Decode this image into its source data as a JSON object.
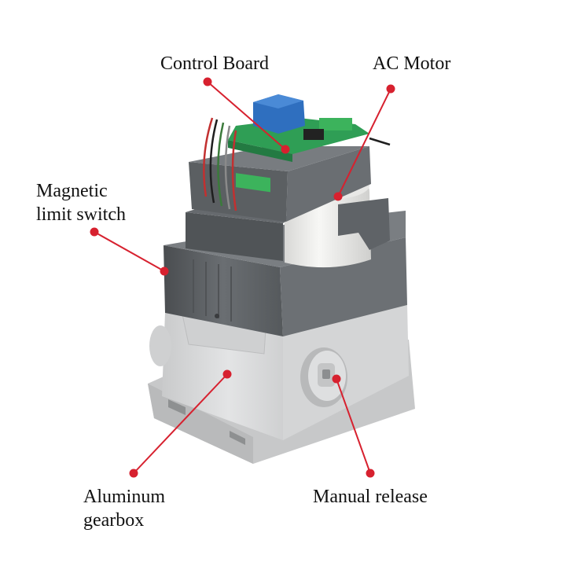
{
  "labels": {
    "control_board": "Control Board",
    "ac_motor": "AC Motor",
    "limit_switch_line1": "Magnetic",
    "limit_switch_line2": "limit switch",
    "gearbox_line1": "Aluminum",
    "gearbox_line2": "gearbox",
    "manual_release": "Manual release"
  },
  "colors": {
    "leader": "#d7212f",
    "housing_dark": "#5e6266",
    "housing_light": "#d9dadb",
    "board_green": "#2f9e55",
    "relay_blue": "#2f6fbf",
    "motor_white": "#f0f0ee"
  }
}
